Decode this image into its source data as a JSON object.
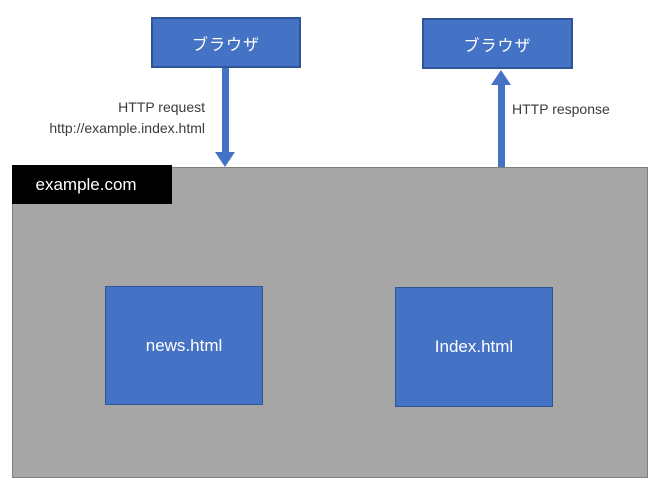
{
  "diagram": {
    "browser_left": {
      "label": "ブラウザ"
    },
    "browser_right": {
      "label": "ブラウザ"
    },
    "request": {
      "line1": "HTTP request",
      "line2": "http://example.index.html"
    },
    "response": {
      "label": "HTTP response"
    },
    "server": {
      "label": "example.com",
      "files": [
        {
          "label": "news.html"
        },
        {
          "label": "Index.html"
        }
      ]
    },
    "colors": {
      "box_fill": "#4472C4",
      "box_border": "#2F5597",
      "server_fill": "#A6A6A6",
      "server_border": "#7F7F7F",
      "server_label_bg": "#000000",
      "label_text": "#3b3b3b",
      "box_text": "#ffffff"
    }
  }
}
